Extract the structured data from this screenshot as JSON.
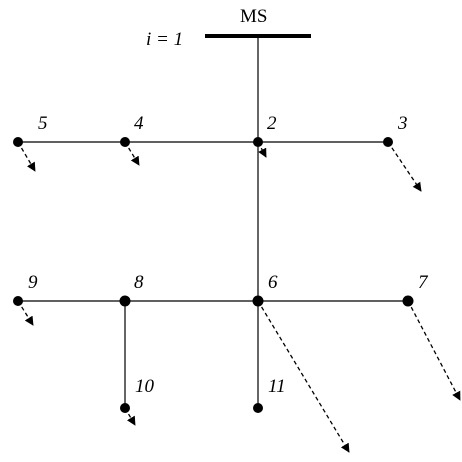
{
  "diagram": {
    "source_label": "MS",
    "source_index_label": "i = 1",
    "nodes": [
      {
        "id": "2",
        "label": "2"
      },
      {
        "id": "3",
        "label": "3"
      },
      {
        "id": "4",
        "label": "4"
      },
      {
        "id": "5",
        "label": "5"
      },
      {
        "id": "6",
        "label": "6"
      },
      {
        "id": "7",
        "label": "7"
      },
      {
        "id": "8",
        "label": "8"
      },
      {
        "id": "9",
        "label": "9"
      },
      {
        "id": "10",
        "label": "10"
      },
      {
        "id": "11",
        "label": "11"
      }
    ],
    "edges": [
      [
        "1",
        "2"
      ],
      [
        "2",
        "3"
      ],
      [
        "2",
        "4"
      ],
      [
        "4",
        "5"
      ],
      [
        "2",
        "6"
      ],
      [
        "6",
        "7"
      ],
      [
        "6",
        "8"
      ],
      [
        "8",
        "9"
      ],
      [
        "8",
        "10"
      ],
      [
        "6",
        "11"
      ]
    ],
    "loads_at_nodes": [
      "2",
      "3",
      "4",
      "5",
      "6",
      "7",
      "9",
      "10"
    ]
  }
}
